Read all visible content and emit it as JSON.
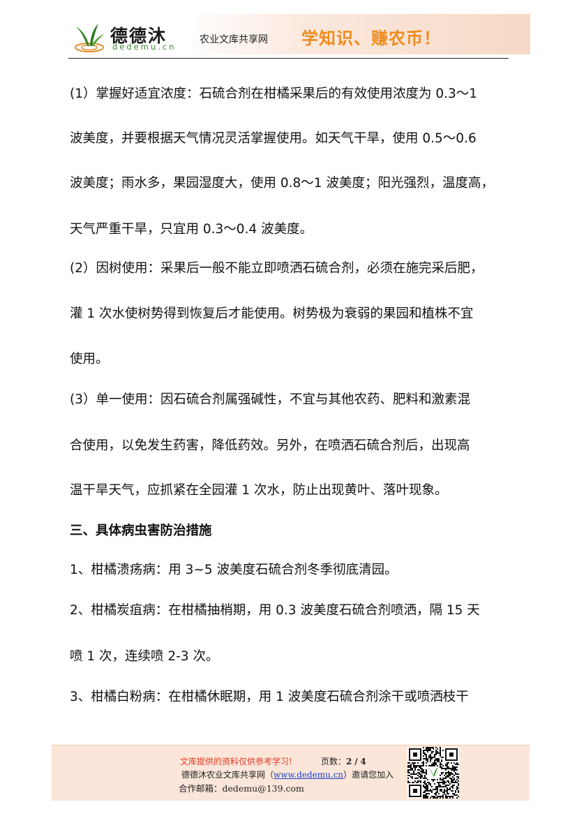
{
  "header": {
    "logo_name": "德德沐",
    "logo_domain": "dedemu.cn",
    "site_name": "农业文库共享网",
    "slogan": "学知识、赚农币！",
    "brand_green": "#3a8a2a",
    "slogan_color": "#f08a1a"
  },
  "body": {
    "lines": [
      "(1）掌握好适宜浓度：石硫合剂在柑橘采果后的有效使用浓度为 0.3～1",
      "波美度，并要根据天气情况灵活掌握使用。如天气干旱，使用 0.5～0.6",
      "波美度；雨水多，果园湿度大，使用 0.8～1 波美度；阳光强烈，温度高，",
      "天气严重干旱，只宜用 0.3～0.4 波美度。",
      "(2）因树使用：采果后一般不能立即喷洒石硫合剂，必须在施完采后肥，",
      "灌 1 次水使树势得到恢复后才能使用。树势极为衰弱的果园和植株不宜",
      "使用。",
      "(3）单一使用：因石硫合剂属强碱性，不宜与其他农药、肥料和激素混",
      "合使用，以免发生药害，降低药效。另外，在喷洒石硫合剂后，出现高",
      "温干旱天气，应抓紧在全园灌 1 次水，防止出现黄叶、落叶现象。",
      "三、具体病虫害防治措施",
      "1、柑橘溃疡病：用 3~5 波美度石硫合剂冬季彻底清园。",
      "2、柑橘炭疽病：在柑橘抽梢期，用 0.3 波美度石硫合剂喷洒，隔 15 天",
      "喷 1 次，连续喷 2-3 次。",
      "3、柑橘白粉病：在柑橘休眠期，用 1 波美度石硫合剂涂干或喷洒枝干"
    ]
  },
  "footer": {
    "notice": "文库提供的资料仅供参考学习!",
    "page_label": "页数：",
    "page_current": "2",
    "page_sep": "/",
    "page_total": "4",
    "invite_prefix": "德德沐农业文库共享网（",
    "invite_link": "www.dedemu.cn",
    "invite_suffix": "）邀请您加入",
    "email": "合作邮箱：dedemu@139.com",
    "notice_color": "#e23c2a"
  }
}
